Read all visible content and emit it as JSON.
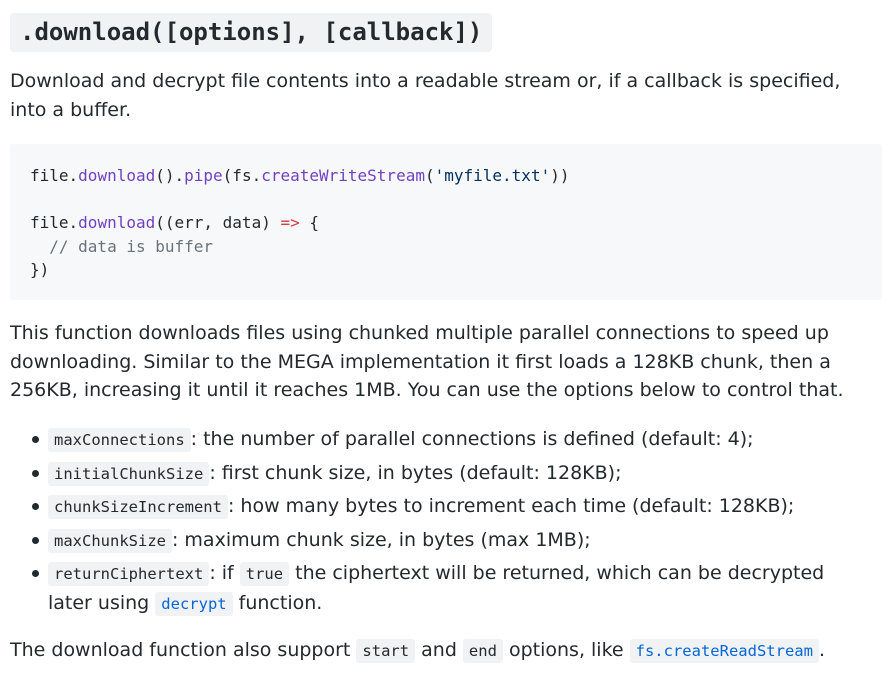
{
  "heading": ".download([options], [callback])",
  "intro": "Download and decrypt file contents into a readable stream or, if a callback is specified, into a buffer.",
  "code": {
    "l1": {
      "a": "file.",
      "b": "download",
      "c": "().",
      "d": "pipe",
      "e": "(fs.",
      "f": "createWriteStream",
      "g": "(",
      "h": "'myfile.txt'",
      "i": "))"
    },
    "l3": {
      "a": "file.",
      "b": "download",
      "c": "((err, data) ",
      "d": "=>",
      "e": " {"
    },
    "l4": "  // data is buffer",
    "l5": "})"
  },
  "paragraph2": "This function downloads files using chunked multiple parallel connections to speed up downloading. Similar to the MEGA implementation it first loads a 128KB chunk, then a 256KB, increasing it until it reaches 1MB. You can use the options below to control that.",
  "options": [
    {
      "code": "maxConnections",
      "desc": ": the number of parallel connections is defined (default: 4);"
    },
    {
      "code": "initialChunkSize",
      "desc": ": first chunk size, in bytes (default: 128KB);"
    },
    {
      "code": "chunkSizeIncrement",
      "desc": ": how many bytes to increment each time (default: 128KB);"
    },
    {
      "code": "maxChunkSize",
      "desc": ": maximum chunk size, in bytes (max 1MB);"
    },
    {
      "code": "returnCiphertext",
      "desc1": ": if ",
      "code2": "true",
      "desc2": " the ciphertext will be returned, which can be decrypted later using ",
      "link": "decrypt",
      "desc3": " function."
    }
  ],
  "footer": {
    "t1": "The download function also support ",
    "c1": "start",
    "t2": " and ",
    "c2": "end",
    "t3": " options, like ",
    "link": "fs.createReadStream",
    "t4": "."
  },
  "colors": {
    "text": "#24292e",
    "code_function": "#6f42c1",
    "code_string": "#032f62",
    "code_keyword": "#d73a49",
    "code_comment": "#6a737d",
    "link": "#0366d6",
    "code_background": "#f6f8fa"
  }
}
